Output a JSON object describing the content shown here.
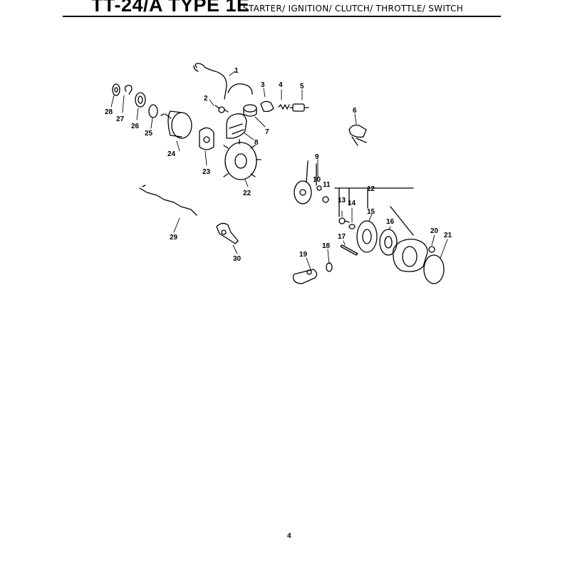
{
  "header": {
    "model": "TT-24/A TYPE 1E",
    "section": "STARTER/ IGNITION/ CLUTCH/ THROTTLE/ SWITCH"
  },
  "callouts": [
    "1",
    "2",
    "3",
    "4",
    "5",
    "6",
    "7",
    "8",
    "9",
    "10",
    "11",
    "12",
    "13",
    "14",
    "15",
    "16",
    "17",
    "18",
    "19",
    "20",
    "21",
    "22",
    "23",
    "24",
    "25",
    "26",
    "27",
    "28",
    "29",
    "30"
  ],
  "page_number": "4"
}
